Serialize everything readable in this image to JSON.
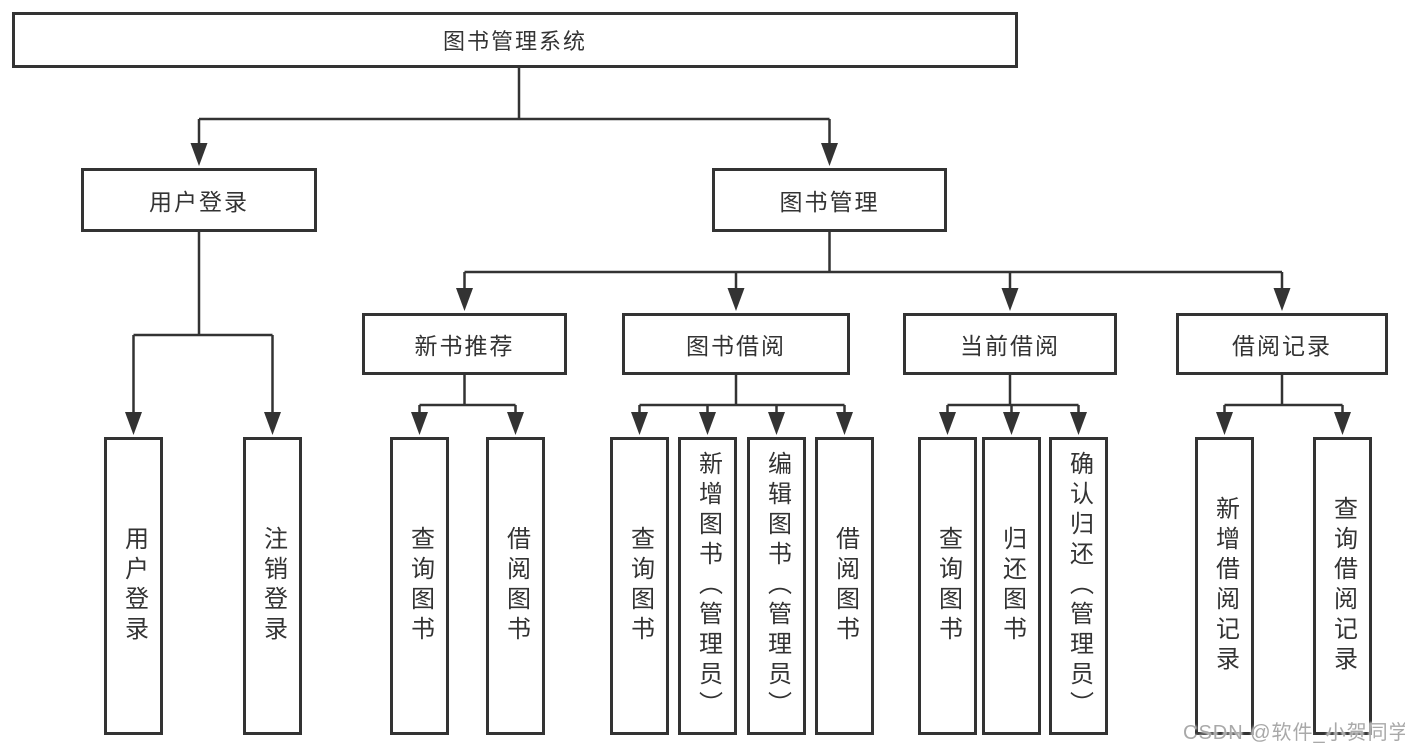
{
  "colors": {
    "line": "#333333",
    "box_border": "#333333",
    "box_fill": "#ffffff",
    "text": "#333333",
    "watermark": "#a9a9a9"
  },
  "watermark": "CSDN @软件_小贺同学",
  "tree": {
    "root": {
      "label": "图书管理系统"
    },
    "level2": [
      {
        "label": "用户登录",
        "children": [
          {
            "label": "用户登录"
          },
          {
            "label": "注销登录"
          }
        ]
      },
      {
        "label": "图书管理",
        "children": [
          {
            "label": "新书推荐",
            "children": [
              {
                "label": "查询图书"
              },
              {
                "label": "借阅图书"
              }
            ]
          },
          {
            "label": "图书借阅",
            "children": [
              {
                "label": "查询图书"
              },
              {
                "label": "新增图书（管理员）"
              },
              {
                "label": "编辑图书（管理员）"
              },
              {
                "label": "借阅图书"
              }
            ]
          },
          {
            "label": "当前借阅",
            "children": [
              {
                "label": "查询图书"
              },
              {
                "label": "归还图书"
              },
              {
                "label": "确认归还（管理员）"
              }
            ]
          },
          {
            "label": "借阅记录",
            "children": [
              {
                "label": "新增借阅记录"
              },
              {
                "label": "查询借阅记录"
              }
            ]
          }
        ]
      }
    ]
  }
}
